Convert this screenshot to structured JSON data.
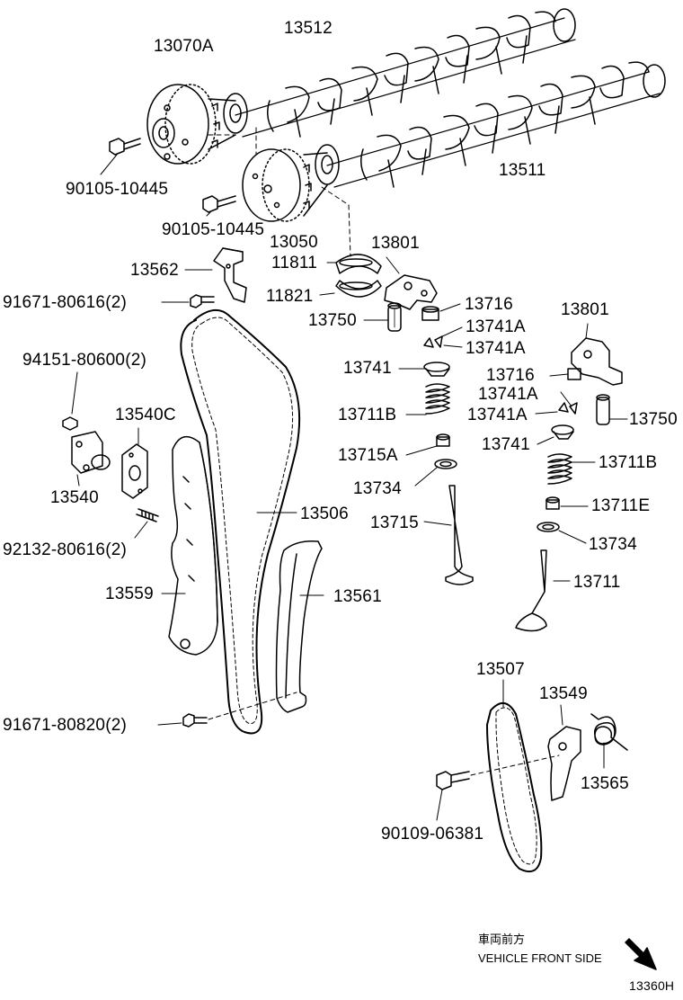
{
  "labels": {
    "p13070A": "13070A",
    "p13512": "13512",
    "p13511": "13511",
    "p90105_10445_a": "90105-10445",
    "p90105_10445_b": "90105-10445",
    "p13050": "13050",
    "p11811": "11811",
    "p13801_a": "13801",
    "p13562": "13562",
    "p11821": "11821",
    "p91671_80616": "91671-80616(2)",
    "p13716_a": "13716",
    "p13750_a": "13750",
    "p13801_b": "13801",
    "p13741A_1": "13741A",
    "p13741A_2": "13741A",
    "p94151_80600": "94151-80600(2)",
    "p13741_a": "13741",
    "p13716_b": "13716",
    "p13741A_3": "13741A",
    "p13540C": "13540C",
    "p13711B_a": "13711B",
    "p13741A_4": "13741A",
    "p13750_b": "13750",
    "p13741_b": "13741",
    "p13715A": "13715A",
    "p13711B_b": "13711B",
    "p13540": "13540",
    "p13734_a": "13734",
    "p13506": "13506",
    "p13711E": "13711E",
    "p13715": "13715",
    "p92132_80616": "92132-80616(2)",
    "p13734_b": "13734",
    "p13559": "13559",
    "p13561": "13561",
    "p13711": "13711",
    "p13507": "13507",
    "p13549": "13549",
    "p91671_80820": "91671-80820(2)",
    "p13565": "13565",
    "p90109_06381": "90109-06381"
  },
  "direction": {
    "japanese": "車両前方",
    "english": "VEHICLE FRONT SIDE",
    "icon": "arrow-down-right-icon"
  },
  "diagram_id": "13360H"
}
